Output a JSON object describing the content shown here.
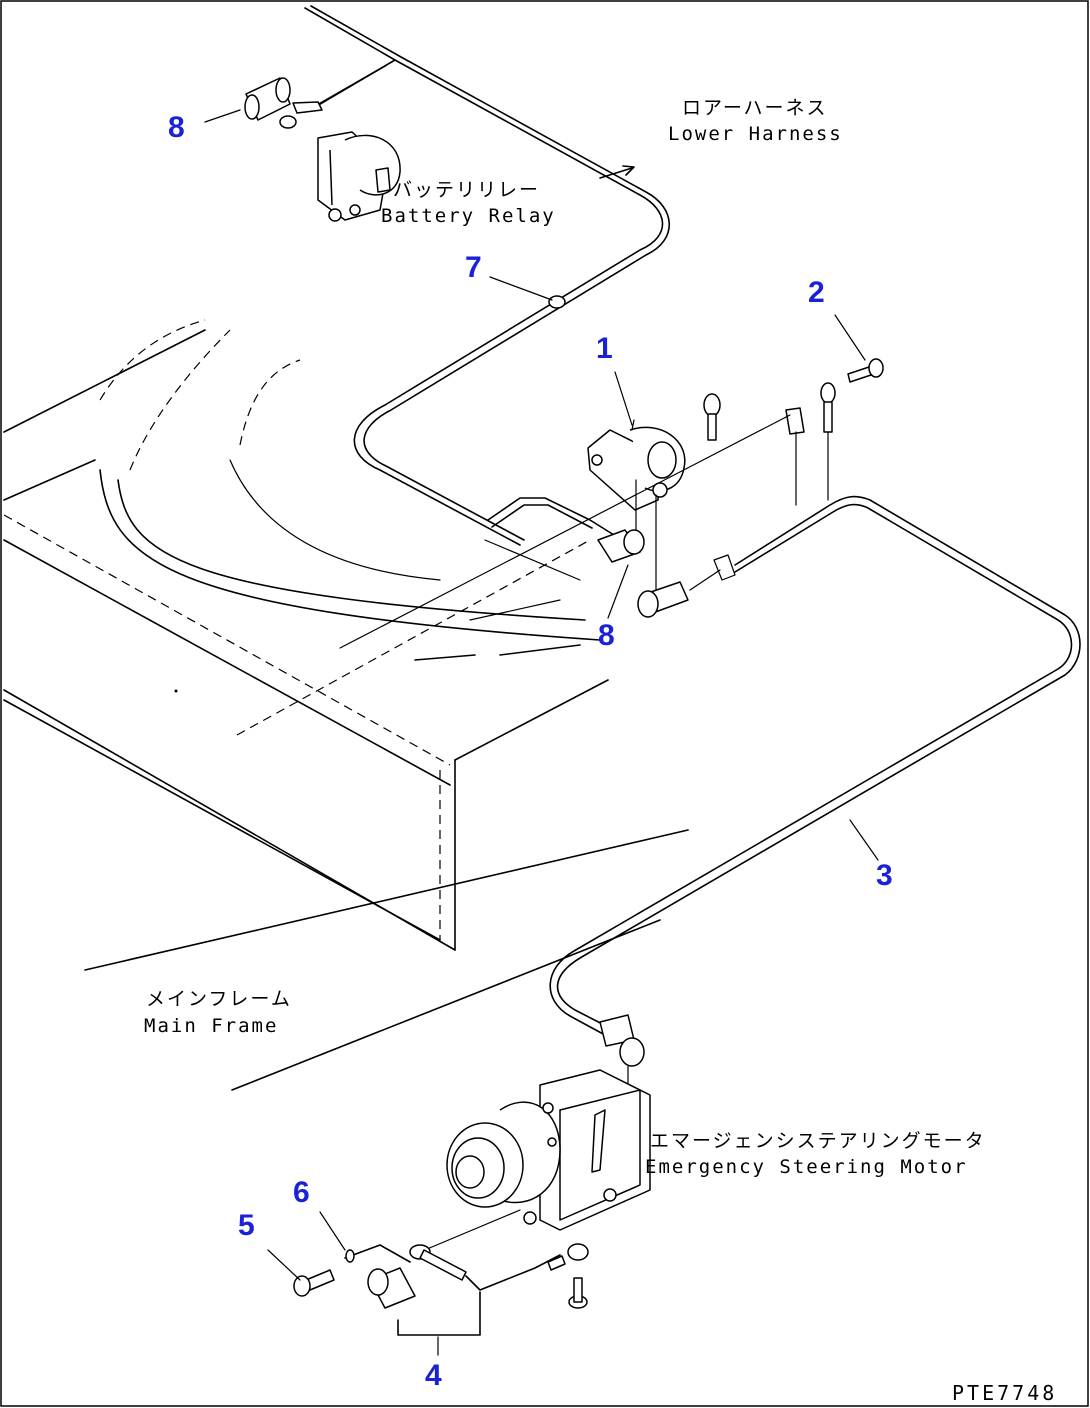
{
  "labels": {
    "lower_harness_jp": "ロアーハーネス",
    "lower_harness_en": "Lower Harness",
    "battery_relay_jp": "バッテリリレー",
    "battery_relay_en": "Battery Relay",
    "main_frame_jp": "メインフレーム",
    "main_frame_en": "Main Frame",
    "emergency_motor_jp": "エマージェンシステアリングモータ",
    "emergency_motor_en": "Emergency Steering Motor"
  },
  "callouts": {
    "c8_top": "8",
    "c7": "7",
    "c2": "2",
    "c1": "1",
    "c8_mid": "8",
    "c3": "3",
    "c5": "5",
    "c6": "6",
    "c4": "4"
  },
  "drawing_code": "PTE7748",
  "colors": {
    "callout": "#1a22d6",
    "line": "#000000",
    "background": "#ffffff"
  }
}
